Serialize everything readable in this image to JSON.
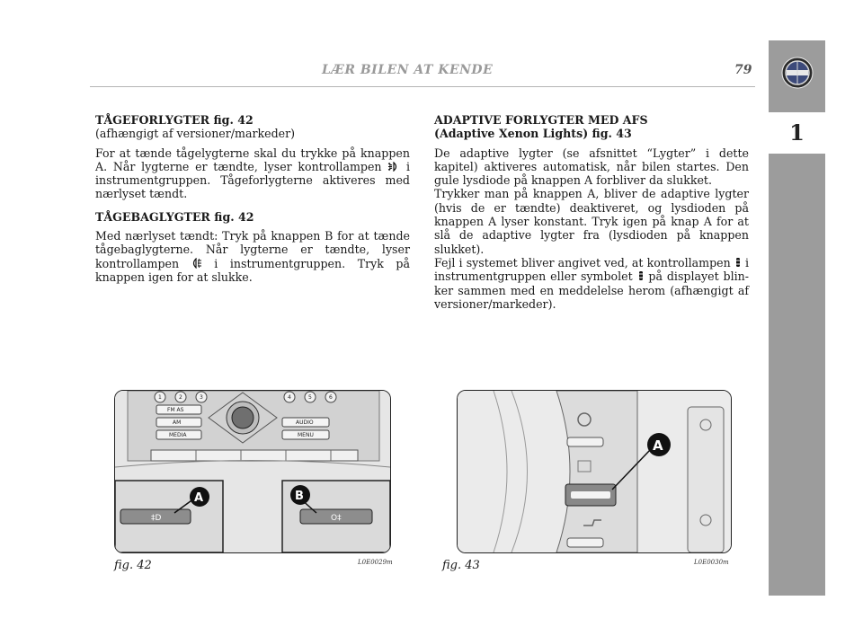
{
  "header": {
    "title": "LÆR BILEN AT KENDE",
    "page_number": "79"
  },
  "sidebar": {
    "section_number": "1",
    "logo_icon": "lancia-emblem"
  },
  "left": {
    "h1": "TÅGEFORLYGTER fig. 42",
    "h1_sub": "(afhængigt af versioner/markeder)",
    "p1_a": "For at tænde tågelygterne skal du trykke på knappen A. Når lygterne er tændte, lyser kontrollampen ",
    "p1_b": " i instru­mentgruppen. Tågeforlygterne aktiveres med nærlyset tændt.",
    "h2": "TÅGEBAGLYGTER fig. 42",
    "p2_a": "Med nærlyset tændt: Tryk på knappen B for at tænde tå­gebaglygterne. Når lygterne er tændte, lyser kontrollam­pen ",
    "p2_b": " i instrumentgruppen. Tryk på knappen igen for at slukke."
  },
  "right": {
    "h1": "ADAPTIVE FORLYGTER MED AFS",
    "h1_sub": "(Adaptive Xenon Lights) fig. 43",
    "p1": "De adaptive lygter (se afsnittet “Lygter” i dette kapitel) aktiveres automatisk, når bilen startes. Den gule lysdio­de på knappen A forbliver da slukket.",
    "p2": "Trykker man på knappen A, bliver de adaptive lygter (hvis de er tændte) deaktiveret, og lysdioden på knappen A ly­ser konstant. Tryk igen på knap A for at slå de adaptive lygter fra (lysdioden på knappen slukket).",
    "p3_a": "Fejl i systemet bliver angivet ved, at kontrollampen ",
    "p3_b": " i instrumentgruppen eller symbolet ",
    "p3_c": " på displayet blin­ker sammen med en meddelelse herom (afhængigt af ver­sioner/markeder)."
  },
  "fig42": {
    "caption": "fig. 42",
    "code": "L0E0029m",
    "buttons": [
      "1",
      "2",
      "3",
      "4",
      "5",
      "6"
    ],
    "labels": [
      "FM AS",
      "AM",
      "MEDIA",
      "AUDIO",
      "MENU"
    ],
    "callouts": [
      "A",
      "B"
    ]
  },
  "fig43": {
    "caption": "fig. 43",
    "code": "L0E0030m",
    "callout": "A"
  }
}
